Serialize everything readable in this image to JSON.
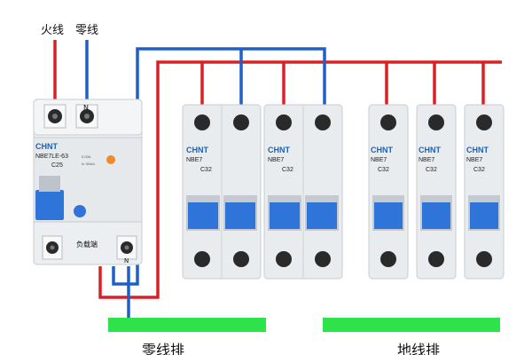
{
  "labels": {
    "live_wire": "火线",
    "neutral_wire": "零线",
    "neutral_bar": "零线排",
    "ground_bar": "地线排",
    "neutral_terminal_top": "N",
    "neutral_terminal_bottom": "N",
    "load_side_text": "负载端"
  },
  "rcbo": {
    "brand": "CHNT",
    "model": "NBE7LE-63",
    "rating": "C25",
    "trip_current": "0.03A",
    "spec_line": "In 30mA"
  },
  "breakers": [
    {
      "brand": "CHNT",
      "model": "NBE7",
      "rating": "C32",
      "poles": 2
    },
    {
      "brand": "CHNT",
      "model": "NBE7",
      "rating": "C32",
      "poles": 2
    },
    {
      "brand": "CHNT",
      "model": "NBE7",
      "rating": "C32",
      "poles": 1
    },
    {
      "brand": "CHNT",
      "model": "NBE7",
      "rating": "C32",
      "poles": 1
    },
    {
      "brand": "CHNT",
      "model": "NBE7",
      "rating": "C32",
      "poles": 1
    }
  ],
  "colors": {
    "live": "#d92025",
    "neutral": "#1f5fc8",
    "bus_bar": "#2ee34a",
    "breaker_body": "#e9ecef",
    "handle": "#2f74d9"
  },
  "icons": [
    "terminal-screw-icon",
    "test-button-icon",
    "indicator-icon"
  ]
}
